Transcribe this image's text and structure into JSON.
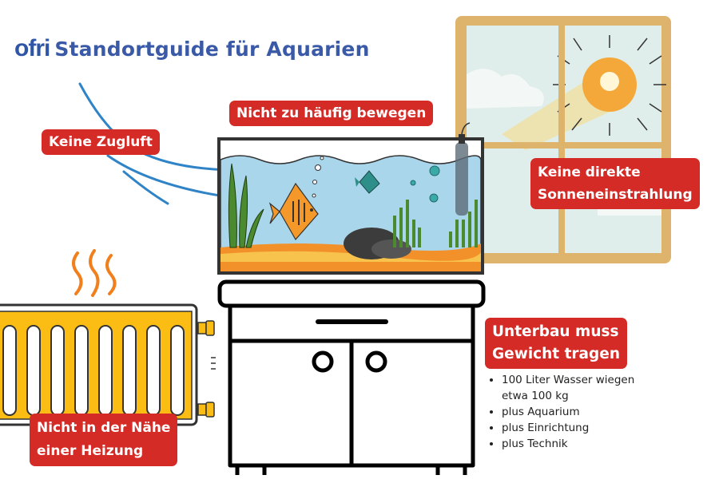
{
  "header": {
    "logo": "ofri",
    "title": "Standortguide für Aquarien"
  },
  "labels": {
    "draft": "Keine Zugluft",
    "move": "Nicht zu häufig bewegen",
    "sun_line1": "Keine direkte",
    "sun_line2": "Sonneneinstrahlung",
    "weight_line1": "Unterbau muss",
    "weight_line2": "Gewicht tragen",
    "heater_line1": "Nicht in der Nähe",
    "heater_line2": "einer Heizung"
  },
  "weight_notes": [
    "100 Liter Wasser wiegen etwa 100 kg",
    "plus Aquarium",
    "plus Einrichtung",
    "plus Technik"
  ],
  "colors": {
    "label_red": "#d42b27",
    "brand_blue": "#3a5aa8",
    "water": "#a9d6ea",
    "radiator_yellow": "#fbbd14",
    "window_frame": "#deb46c"
  },
  "icons": [
    "draft-lines-icon",
    "window-icon",
    "sun-icon",
    "aquarium-icon",
    "fish-icon",
    "heater-icon",
    "heat-waves-icon",
    "cabinet-icon"
  ]
}
